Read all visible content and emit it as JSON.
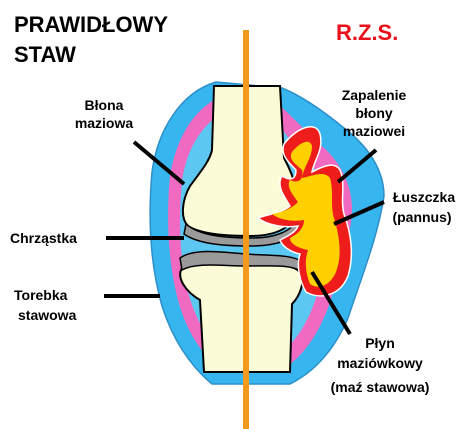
{
  "titles": {
    "left_line1": "PRAWIDŁOWY",
    "left_line2": "STAW",
    "right": "R.Z.S."
  },
  "labels": {
    "blona_maziowa": [
      "Błona",
      "maziowa"
    ],
    "chrzastka": "Chrząstka",
    "torebka_stawowa": [
      "Torebka",
      "stawowa"
    ],
    "zapalenie": [
      "Zapalenie",
      "błony",
      "maziowei"
    ],
    "luszczka": [
      "Łuszczka",
      "(pannus)"
    ],
    "plyn": [
      "Płyn",
      "maziówkowy",
      "(maź stawowa)"
    ]
  },
  "colors": {
    "capsule": "#36b5ef",
    "synovium": "#f06ac2",
    "bone": "#fbfbd7",
    "cartilage": "#9a9a9a",
    "divider": "#f39a1c",
    "pannus_red": "#ef1c1c",
    "pannus_yellow": "#ffd000",
    "title_red": "#e8101a"
  }
}
